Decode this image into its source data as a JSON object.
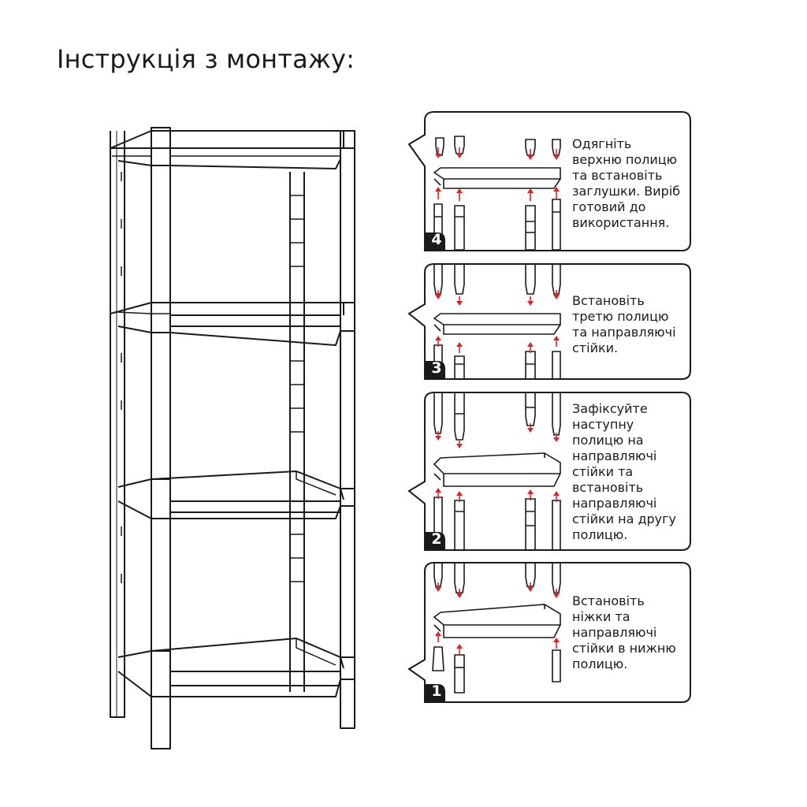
{
  "title": "Інструкція з монтажу:",
  "accent_color": "#d7262b",
  "line_color": "#1a1a1a",
  "steps": [
    {
      "number": "4",
      "lines": [
        "Одягніть",
        "верхню полицю",
        "та встановіть",
        "заглушки. Виріб",
        "готовий до",
        "використання."
      ]
    },
    {
      "number": "3",
      "lines": [
        "Встановіть",
        "третю полицю",
        "та направляючі",
        "стійки."
      ]
    },
    {
      "number": "2",
      "lines": [
        "Зафіксуйте",
        "наступну",
        "полицю на",
        "направляючі",
        "стійки та",
        "встановіть",
        "направляючі",
        "стійки на другу",
        "полицю."
      ]
    },
    {
      "number": "1",
      "lines": [
        "Встановіть",
        "ніжки та",
        "направляючі",
        "стійки в нижню",
        "полицю."
      ]
    }
  ]
}
